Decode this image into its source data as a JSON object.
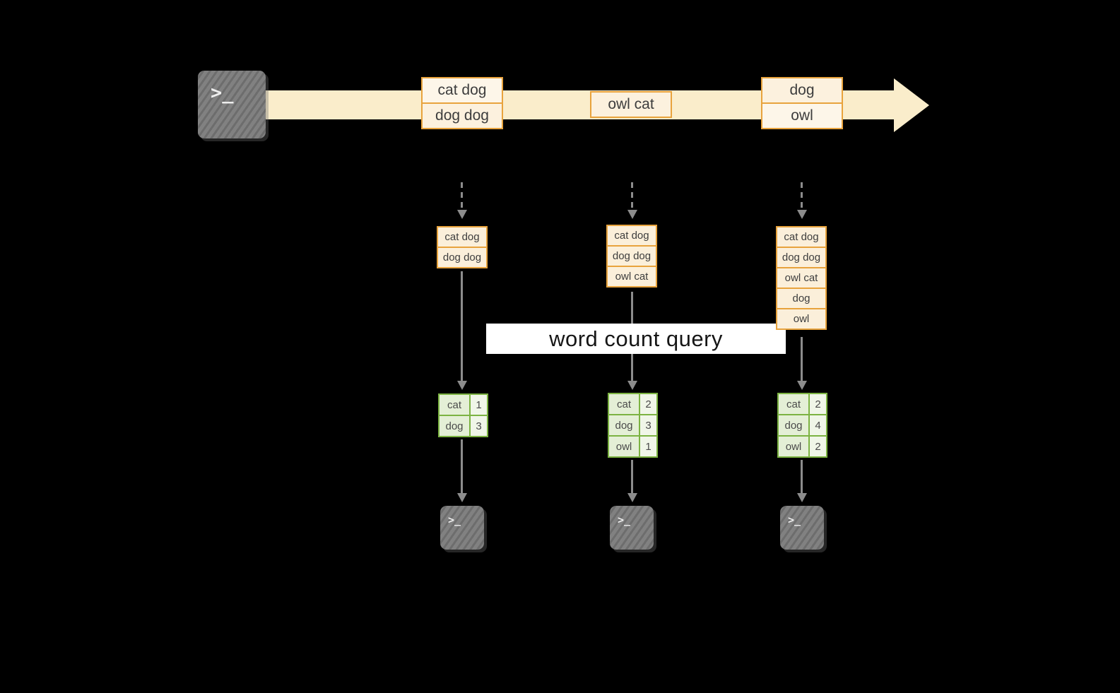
{
  "query": {
    "label": "word count query"
  },
  "terminal": {
    "glyph": ">_"
  },
  "stream_batches": {
    "batch1": {
      "line1": "cat dog",
      "line2": "dog dog"
    },
    "batch2": {
      "line1": "owl cat"
    },
    "batch3": {
      "line1": "dog",
      "line2": "owl"
    }
  },
  "buffers": {
    "t1": [
      "cat dog",
      "dog dog"
    ],
    "t2": [
      "cat dog",
      "dog dog",
      "owl cat"
    ],
    "t3": [
      "cat dog",
      "dog dog",
      "owl cat",
      "dog",
      "owl"
    ]
  },
  "results": {
    "t1": [
      {
        "word": "cat",
        "count": 1
      },
      {
        "word": "dog",
        "count": 3
      }
    ],
    "t2": [
      {
        "word": "cat",
        "count": 2
      },
      {
        "word": "dog",
        "count": 3
      },
      {
        "word": "owl",
        "count": 1
      }
    ],
    "t3": [
      {
        "word": "cat",
        "count": 2
      },
      {
        "word": "dog",
        "count": 4
      },
      {
        "word": "owl",
        "count": 2
      }
    ]
  },
  "colors": {
    "background": "#000000",
    "timeline_fill": "#FAEDCB",
    "input_border": "#E8A33D",
    "input_fill": "#FBEFDA",
    "result_border": "#7CB342",
    "result_fill": "#E4EFD6",
    "arrow_gray": "#8C8C8C",
    "terminal_gray": "#777777",
    "query_band": "#FFFFFF"
  }
}
